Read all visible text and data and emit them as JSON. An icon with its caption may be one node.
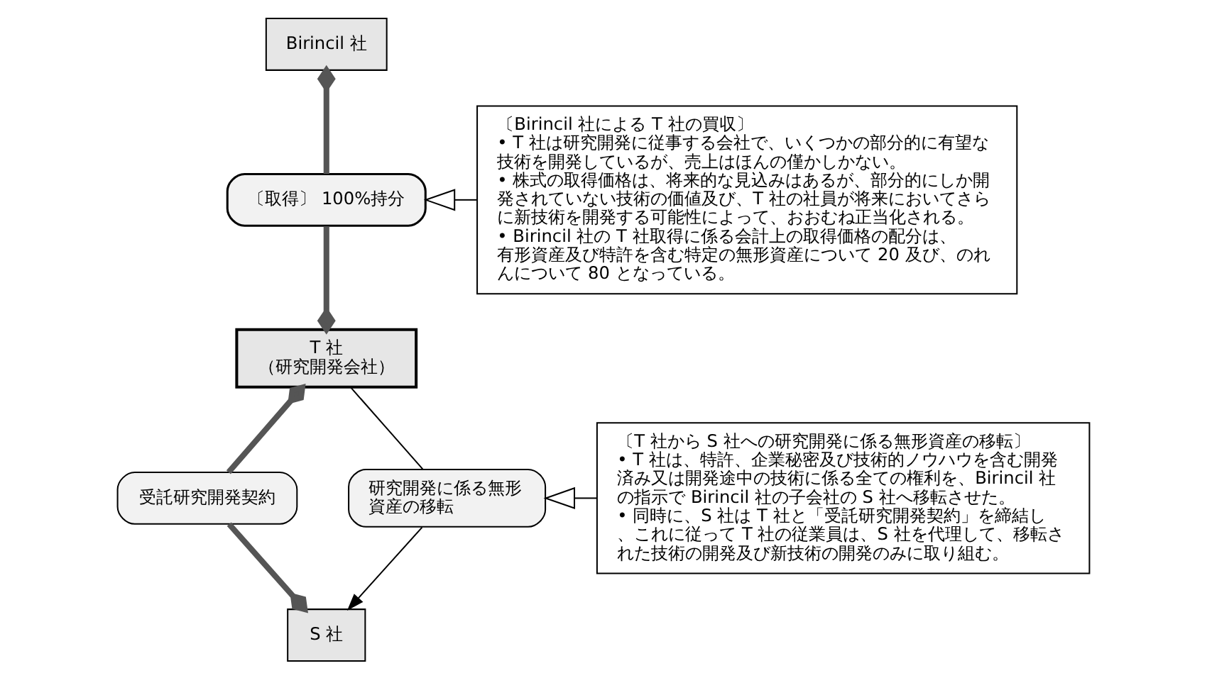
{
  "diagram": {
    "nodes": [
      {
        "text": [
          "Birincil 社"
        ]
      },
      {
        "text": [
          "〔取得〕 100%持分"
        ]
      },
      {
        "text": [
          "T 社",
          "（研究開発会社）"
        ]
      },
      {
        "text": [
          "受託研究開発契約"
        ]
      },
      {
        "text": [
          "研究開発に係る無形資産の移転"
        ]
      },
      {
        "text": [
          "S 社"
        ]
      },
      {
        "text": [
          "〔Birincil 社による T 社の買収〕",
          "• T 社は研究開発に従事する会社で、いくつかの部分的に有望な技術を開発しているが、売上はほんの僅かしかない。",
          "• 株式の取得価格は、将来的な見込みはあるが、部分的にしか開発されていない技術の価値及び、T 社の社員が将来においてさらに新技術を開発する可能性によって、おおむね正当化される。",
          "• Birincil 社の T 社取得に係る会計上の取得価格の配分は、有形資産及び特許を含む特定の無形資産について 20 及び、のれんについて 80 となっている。"
        ]
      },
      {
        "text": [
          "〔T 社から S 社への研究開発に係る無形資産の移転〕",
          "• T 社は、特許、企業秘密及び技術的ノウハウを含む開発済み又は開発途中の技術に係る全ての権利を、Birincil 社の指示で Birincil 社の子会社の S 社へ移転させた。",
          "• 同時に、S 社は T 社と「受託研究開発契約」を締結し、これに従って T 社の従業員は、S 社を代理して、移転された技術の開発及び新技術の開発のみに取り組む。"
        ]
      }
    ],
    "edges": [
      {
        "from": 0,
        "to": 1,
        "arrow": "other",
        "style": "thick",
        "color": "#555555"
      },
      {
        "from": 1,
        "to": 2,
        "arrow": "other",
        "style": "thick",
        "color": "#555555"
      },
      {
        "from": 2,
        "to": 3,
        "arrow": "other",
        "style": "thick",
        "color": "#555555"
      },
      {
        "from": 3,
        "to": 5,
        "arrow": "other",
        "style": "thick",
        "color": "#555555"
      },
      {
        "from": 2,
        "to": 4,
        "arrow": "none"
      },
      {
        "from": 4,
        "to": 5,
        "arrow": "to"
      },
      {
        "from": 6,
        "to": 1,
        "arrow": "to"
      },
      {
        "from": 7,
        "to": 4,
        "arrow": "to"
      }
    ]
  }
}
